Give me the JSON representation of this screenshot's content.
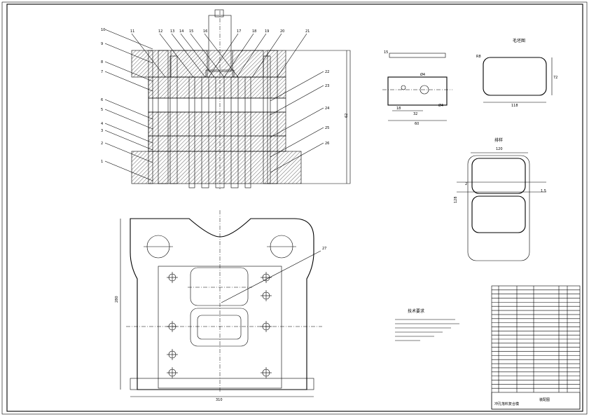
{
  "drawing": {
    "part_labels_left": [
      "10",
      "9",
      "8",
      "7",
      "6",
      "5",
      "4",
      "3",
      "2",
      "1"
    ],
    "part_labels_top": [
      "11",
      "12",
      "13",
      "14",
      "15",
      "16",
      "17",
      "18",
      "19",
      "20",
      "21"
    ],
    "part_labels_right": [
      "22",
      "23",
      "24",
      "25",
      "26"
    ],
    "label_27": "27",
    "small_label": "15",
    "blank_view_title": "毛坯图",
    "layout_view_title": "排样",
    "dim_overall_height": "62",
    "dim_plan_width": "310",
    "dim_plan_height": "280",
    "blank_dims": {
      "width": "118",
      "height": "72",
      "radius": "R8"
    },
    "layout_dims": {
      "pitch": "120",
      "width": "128",
      "gap": "2",
      "edge": "1.5"
    },
    "part_dims": {
      "hole": "Ø4",
      "slot": "Ø4",
      "a": "18",
      "b": "32",
      "c": "60"
    },
    "tech_req_title": "技术要求",
    "title_block": {
      "rows": 26,
      "bottom_labels": [
        "冲孔落料复合模",
        "装配图"
      ]
    }
  }
}
